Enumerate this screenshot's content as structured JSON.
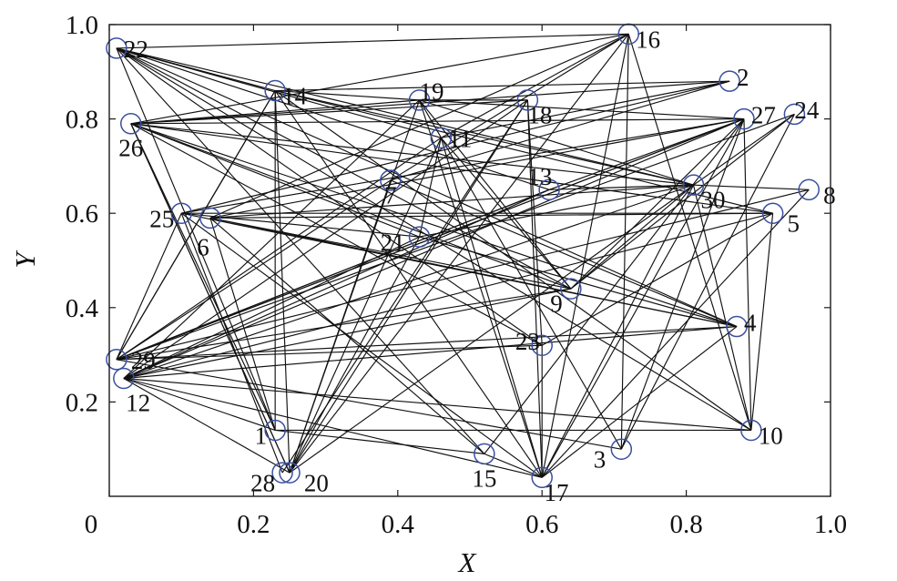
{
  "chart_data": {
    "type": "scatter",
    "xlabel": "X",
    "ylabel": "Y",
    "xlim": [
      0,
      1
    ],
    "ylim": [
      0,
      1
    ],
    "x_ticks": [
      "0",
      "0.2",
      "0.4",
      "0.6",
      "0.8",
      "1.0"
    ],
    "y_ticks": [
      "0.2",
      "0.4",
      "0.6",
      "0.8",
      "1.0"
    ],
    "grid": false,
    "marker_color": "#3a4fa0",
    "edge_color": "#111111",
    "nodes": [
      {
        "id": "1",
        "x": 0.23,
        "y": 0.14
      },
      {
        "id": "2",
        "x": 0.86,
        "y": 0.88
      },
      {
        "id": "3",
        "x": 0.71,
        "y": 0.1
      },
      {
        "id": "4",
        "x": 0.87,
        "y": 0.36
      },
      {
        "id": "5",
        "x": 0.92,
        "y": 0.6
      },
      {
        "id": "6",
        "x": 0.14,
        "y": 0.59
      },
      {
        "id": "7",
        "x": 0.39,
        "y": 0.67
      },
      {
        "id": "8",
        "x": 0.97,
        "y": 0.65
      },
      {
        "id": "9",
        "x": 0.64,
        "y": 0.44
      },
      {
        "id": "10",
        "x": 0.89,
        "y": 0.14
      },
      {
        "id": "11",
        "x": 0.46,
        "y": 0.76
      },
      {
        "id": "12",
        "x": 0.02,
        "y": 0.25
      },
      {
        "id": "13",
        "x": 0.61,
        "y": 0.65
      },
      {
        "id": "14",
        "x": 0.23,
        "y": 0.86
      },
      {
        "id": "15",
        "x": 0.52,
        "y": 0.09
      },
      {
        "id": "16",
        "x": 0.72,
        "y": 0.98
      },
      {
        "id": "17",
        "x": 0.6,
        "y": 0.04
      },
      {
        "id": "18",
        "x": 0.58,
        "y": 0.84
      },
      {
        "id": "19",
        "x": 0.43,
        "y": 0.84
      },
      {
        "id": "20",
        "x": 0.25,
        "y": 0.05
      },
      {
        "id": "21",
        "x": 0.43,
        "y": 0.55
      },
      {
        "id": "22",
        "x": 0.01,
        "y": 0.95
      },
      {
        "id": "23",
        "x": 0.6,
        "y": 0.32
      },
      {
        "id": "24",
        "x": 0.95,
        "y": 0.81
      },
      {
        "id": "25",
        "x": 0.1,
        "y": 0.6
      },
      {
        "id": "26",
        "x": 0.03,
        "y": 0.79
      },
      {
        "id": "27",
        "x": 0.88,
        "y": 0.8
      },
      {
        "id": "28",
        "x": 0.24,
        "y": 0.05
      },
      {
        "id": "29",
        "x": 0.01,
        "y": 0.29
      },
      {
        "id": "30",
        "x": 0.81,
        "y": 0.66
      }
    ],
    "labels": [
      {
        "text": "1",
        "pos": [
          0.21,
          0.13
        ],
        "anchor": "middle"
      },
      {
        "text": "2",
        "pos": [
          0.87,
          0.89
        ],
        "anchor": "start"
      },
      {
        "text": "3",
        "pos": [
          0.68,
          0.08
        ],
        "anchor": "middle"
      },
      {
        "text": "4",
        "pos": [
          0.88,
          0.37
        ],
        "anchor": "start"
      },
      {
        "text": "5",
        "pos": [
          0.94,
          0.58
        ],
        "anchor": "start"
      },
      {
        "text": "6",
        "pos": [
          0.13,
          0.53
        ],
        "anchor": "middle"
      },
      {
        "text": "7",
        "pos": [
          0.39,
          0.64
        ],
        "anchor": "middle"
      },
      {
        "text": "8",
        "pos": [
          0.99,
          0.64
        ],
        "anchor": "start"
      },
      {
        "text": "9",
        "pos": [
          0.62,
          0.41
        ],
        "anchor": "middle"
      },
      {
        "text": "10",
        "pos": [
          0.9,
          0.13
        ],
        "anchor": "start"
      },
      {
        "text": "11",
        "pos": [
          0.47,
          0.76
        ],
        "anchor": "start"
      },
      {
        "text": "12",
        "pos": [
          0.04,
          0.2
        ],
        "anchor": "middle"
      },
      {
        "text": "13",
        "pos": [
          0.58,
          0.68
        ],
        "anchor": "start"
      },
      {
        "text": "14",
        "pos": [
          0.24,
          0.85
        ],
        "anchor": "start"
      },
      {
        "text": "15",
        "pos": [
          0.52,
          0.04
        ],
        "anchor": "middle"
      },
      {
        "text": "16",
        "pos": [
          0.73,
          0.97
        ],
        "anchor": "start"
      },
      {
        "text": "17",
        "pos": [
          0.62,
          0.01
        ],
        "anchor": "middle"
      },
      {
        "text": "18",
        "pos": [
          0.58,
          0.81
        ],
        "anchor": "start"
      },
      {
        "text": "19",
        "pos": [
          0.43,
          0.86
        ],
        "anchor": "start"
      },
      {
        "text": "20",
        "pos": [
          0.27,
          0.03
        ],
        "anchor": "start"
      },
      {
        "text": "21",
        "pos": [
          0.41,
          0.54
        ],
        "anchor": "end"
      },
      {
        "text": "22",
        "pos": [
          0.02,
          0.95
        ],
        "anchor": "start"
      },
      {
        "text": "23",
        "pos": [
          0.58,
          0.33
        ],
        "anchor": "middle"
      },
      {
        "text": "24",
        "pos": [
          0.95,
          0.82
        ],
        "anchor": "start"
      },
      {
        "text": "25",
        "pos": [
          0.09,
          0.59
        ],
        "anchor": "end"
      },
      {
        "text": "26",
        "pos": [
          0.03,
          0.74
        ],
        "anchor": "middle"
      },
      {
        "text": "27",
        "pos": [
          0.89,
          0.81
        ],
        "anchor": "start"
      },
      {
        "text": "28",
        "pos": [
          0.23,
          0.03
        ],
        "anchor": "end"
      },
      {
        "text": "29",
        "pos": [
          0.03,
          0.29
        ],
        "anchor": "start"
      },
      {
        "text": "30",
        "pos": [
          0.82,
          0.63
        ],
        "anchor": "start"
      }
    ],
    "edges": [
      [
        "22",
        "14"
      ],
      [
        "22",
        "11"
      ],
      [
        "22",
        "16"
      ],
      [
        "22",
        "9"
      ],
      [
        "22",
        "4"
      ],
      [
        "22",
        "30"
      ],
      [
        "22",
        "1"
      ],
      [
        "22",
        "13"
      ],
      [
        "22",
        "23"
      ],
      [
        "26",
        "19"
      ],
      [
        "26",
        "18"
      ],
      [
        "26",
        "27"
      ],
      [
        "26",
        "4"
      ],
      [
        "26",
        "9"
      ],
      [
        "26",
        "30"
      ],
      [
        "26",
        "1"
      ],
      [
        "26",
        "20"
      ],
      [
        "26",
        "16"
      ],
      [
        "26",
        "5"
      ],
      [
        "26",
        "2"
      ],
      [
        "14",
        "19"
      ],
      [
        "14",
        "20"
      ],
      [
        "14",
        "2"
      ],
      [
        "14",
        "30"
      ],
      [
        "14",
        "17"
      ],
      [
        "14",
        "29"
      ],
      [
        "19",
        "18"
      ],
      [
        "19",
        "20"
      ],
      [
        "19",
        "12"
      ],
      [
        "19",
        "9"
      ],
      [
        "19",
        "17"
      ],
      [
        "19",
        "27"
      ],
      [
        "19",
        "30"
      ],
      [
        "18",
        "23"
      ],
      [
        "18",
        "17"
      ],
      [
        "18",
        "12"
      ],
      [
        "18",
        "28"
      ],
      [
        "16",
        "7"
      ],
      [
        "16",
        "6"
      ],
      [
        "16",
        "20"
      ],
      [
        "16",
        "10"
      ],
      [
        "16",
        "17"
      ],
      [
        "16",
        "3"
      ],
      [
        "16",
        "11"
      ],
      [
        "2",
        "7"
      ],
      [
        "2",
        "25"
      ],
      [
        "2",
        "11"
      ],
      [
        "27",
        "12"
      ],
      [
        "27",
        "29"
      ],
      [
        "27",
        "17"
      ],
      [
        "27",
        "15"
      ],
      [
        "27",
        "10"
      ],
      [
        "27",
        "6"
      ],
      [
        "27",
        "25"
      ],
      [
        "27",
        "13"
      ],
      [
        "27",
        "3"
      ],
      [
        "27",
        "9"
      ],
      [
        "24",
        "9"
      ],
      [
        "24",
        "29"
      ],
      [
        "24",
        "30"
      ],
      [
        "24",
        "3"
      ],
      [
        "8",
        "29"
      ],
      [
        "8",
        "30"
      ],
      [
        "8",
        "17"
      ],
      [
        "5",
        "12"
      ],
      [
        "5",
        "10"
      ],
      [
        "5",
        "25"
      ],
      [
        "5",
        "14"
      ],
      [
        "5",
        "23"
      ],
      [
        "30",
        "12"
      ],
      [
        "30",
        "13"
      ],
      [
        "30",
        "21"
      ],
      [
        "30",
        "6"
      ],
      [
        "30",
        "20"
      ],
      [
        "30",
        "10"
      ],
      [
        "30",
        "17"
      ],
      [
        "30",
        "9"
      ],
      [
        "13",
        "29"
      ],
      [
        "13",
        "12"
      ],
      [
        "11",
        "20"
      ],
      [
        "11",
        "17"
      ],
      [
        "11",
        "9"
      ],
      [
        "11",
        "29"
      ],
      [
        "11",
        "21"
      ],
      [
        "7",
        "20"
      ],
      [
        "7",
        "29"
      ],
      [
        "7",
        "4"
      ],
      [
        "21",
        "20"
      ],
      [
        "21",
        "4"
      ],
      [
        "21",
        "12"
      ],
      [
        "21",
        "26"
      ],
      [
        "25",
        "17"
      ],
      [
        "25",
        "21"
      ],
      [
        "25",
        "4"
      ],
      [
        "25",
        "28"
      ],
      [
        "6",
        "15"
      ],
      [
        "6",
        "1"
      ],
      [
        "6",
        "4"
      ],
      [
        "6",
        "9"
      ],
      [
        "6",
        "5"
      ],
      [
        "9",
        "12"
      ],
      [
        "9",
        "29"
      ],
      [
        "4",
        "12"
      ],
      [
        "4",
        "17"
      ],
      [
        "4",
        "29"
      ],
      [
        "23",
        "17"
      ],
      [
        "23",
        "29"
      ],
      [
        "23",
        "26"
      ],
      [
        "10",
        "12"
      ],
      [
        "10",
        "22"
      ],
      [
        "10",
        "14"
      ],
      [
        "10",
        "1"
      ],
      [
        "12",
        "20"
      ],
      [
        "12",
        "1"
      ],
      [
        "12",
        "17"
      ],
      [
        "29",
        "25"
      ],
      [
        "29",
        "14"
      ],
      [
        "29",
        "13"
      ],
      [
        "29",
        "27"
      ],
      [
        "1",
        "15"
      ],
      [
        "1",
        "14"
      ],
      [
        "15",
        "17"
      ],
      [
        "15",
        "22"
      ],
      [
        "3",
        "19"
      ],
      [
        "3",
        "29"
      ],
      [
        "20",
        "18"
      ],
      [
        "20",
        "26"
      ]
    ]
  }
}
